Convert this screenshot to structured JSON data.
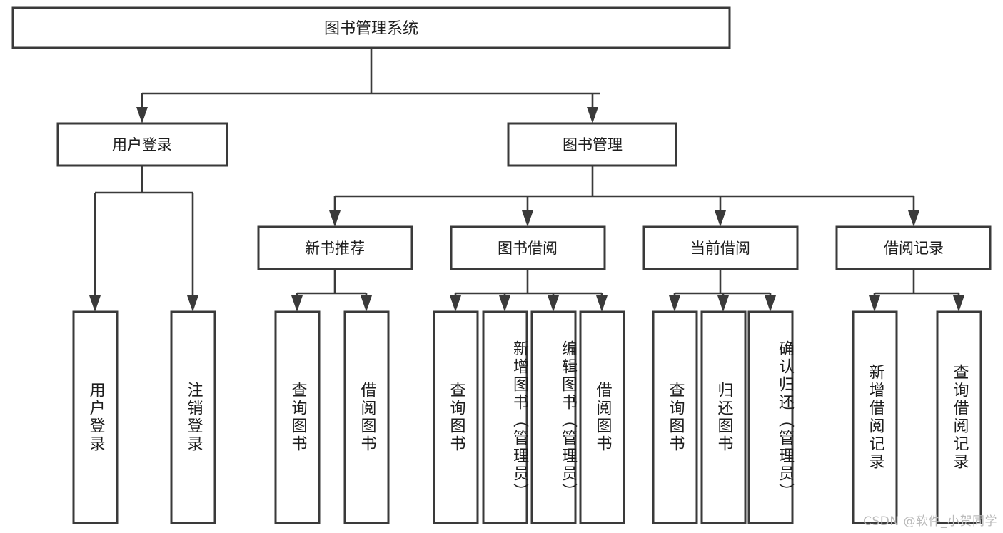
{
  "diagram": {
    "type": "tree-hierarchy",
    "title": "图书管理系统",
    "watermark": "CSDN @软件_小贺同学",
    "colors": {
      "stroke": "#3a3a3a",
      "fill": "#ffffff",
      "text": "#1d1d1d",
      "watermark": "#b9b9b9"
    },
    "nodes": {
      "root": {
        "label": "图书管理系统",
        "level": 1
      },
      "user_login": {
        "label": "用户登录",
        "level": 2
      },
      "book_manage": {
        "label": "图书管理",
        "level": 2
      },
      "new_book_rec": {
        "label": "新书推荐",
        "level": 3
      },
      "book_borrow": {
        "label": "图书借阅",
        "level": 3
      },
      "current_borrow": {
        "label": "当前借阅",
        "level": 3
      },
      "borrow_record": {
        "label": "借阅记录",
        "level": 3
      },
      "leaf_user_login": {
        "label": "用户登录",
        "level": 4
      },
      "leaf_logout": {
        "label": "注销登录",
        "level": 4
      },
      "leaf_query_book_1": {
        "label": "查询图书",
        "level": 4
      },
      "leaf_borrow_book_1": {
        "label": "借阅图书",
        "level": 4
      },
      "leaf_query_book_2": {
        "label": "查询图书",
        "level": 4
      },
      "leaf_add_book": {
        "label": "新增图书（管理员）",
        "level": 4
      },
      "leaf_edit_book": {
        "label": "编辑图书（管理员）",
        "level": 4
      },
      "leaf_borrow_book_2": {
        "label": "借阅图书",
        "level": 4
      },
      "leaf_query_book_3": {
        "label": "查询图书",
        "level": 4
      },
      "leaf_return_book": {
        "label": "归还图书",
        "level": 4
      },
      "leaf_confirm_return": {
        "label": "确认归还（管理员）",
        "level": 4
      },
      "leaf_add_record": {
        "label": "新增借阅记录",
        "level": 4
      },
      "leaf_query_record": {
        "label": "查询借阅记录",
        "level": 4
      }
    },
    "edges": [
      {
        "from": "root",
        "to": "user_login"
      },
      {
        "from": "root",
        "to": "book_manage"
      },
      {
        "from": "user_login",
        "to": "leaf_user_login"
      },
      {
        "from": "user_login",
        "to": "leaf_logout"
      },
      {
        "from": "book_manage",
        "to": "new_book_rec"
      },
      {
        "from": "book_manage",
        "to": "book_borrow"
      },
      {
        "from": "book_manage",
        "to": "current_borrow"
      },
      {
        "from": "book_manage",
        "to": "borrow_record"
      },
      {
        "from": "new_book_rec",
        "to": "leaf_query_book_1"
      },
      {
        "from": "new_book_rec",
        "to": "leaf_borrow_book_1"
      },
      {
        "from": "book_borrow",
        "to": "leaf_query_book_2"
      },
      {
        "from": "book_borrow",
        "to": "leaf_add_book"
      },
      {
        "from": "book_borrow",
        "to": "leaf_edit_book"
      },
      {
        "from": "book_borrow",
        "to": "leaf_borrow_book_2"
      },
      {
        "from": "current_borrow",
        "to": "leaf_query_book_3"
      },
      {
        "from": "current_borrow",
        "to": "leaf_return_book"
      },
      {
        "from": "current_borrow",
        "to": "leaf_confirm_return"
      },
      {
        "from": "borrow_record",
        "to": "leaf_add_record"
      },
      {
        "from": "borrow_record",
        "to": "leaf_query_record"
      }
    ]
  }
}
